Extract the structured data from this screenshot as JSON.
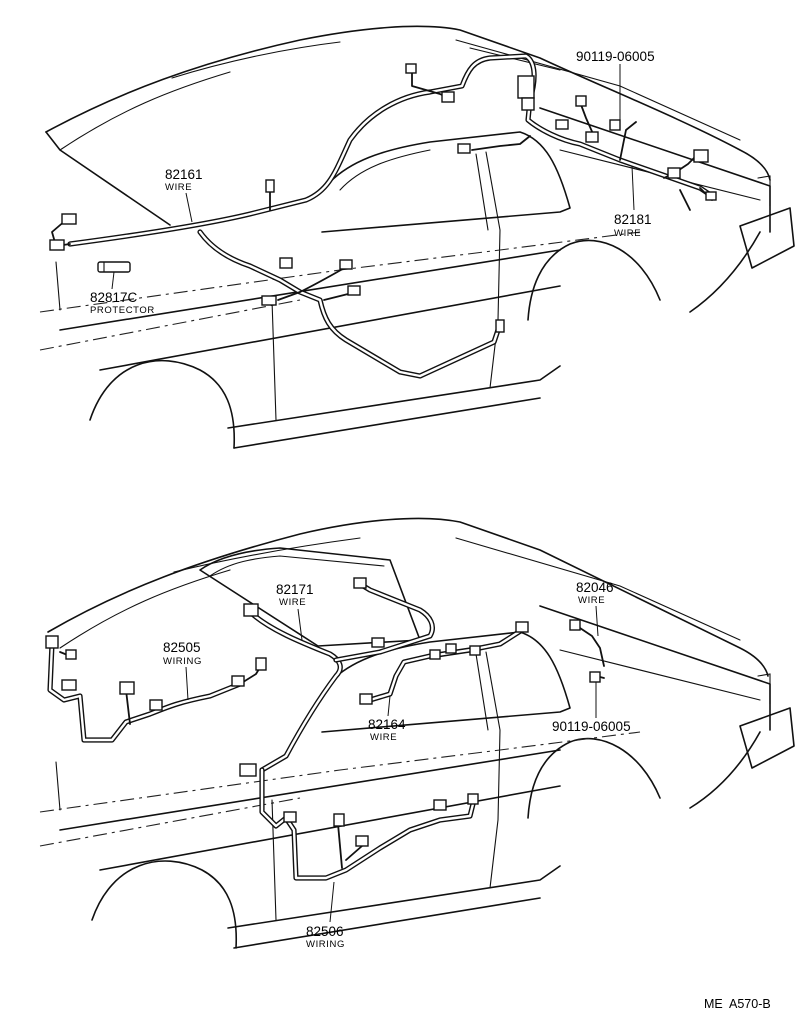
{
  "top_view": {
    "callouts": [
      {
        "id": "c82161",
        "part_no": "82161",
        "name": "WIRE"
      },
      {
        "id": "c82817c",
        "part_no": "82817C",
        "name": "PROTECTOR"
      },
      {
        "id": "c90119a",
        "part_no": "90119-06005",
        "name": ""
      },
      {
        "id": "c82181",
        "part_no": "82181",
        "name": "WIRE"
      }
    ]
  },
  "bottom_view": {
    "callouts": [
      {
        "id": "c82171",
        "part_no": "82171",
        "name": "WIRE"
      },
      {
        "id": "c82505",
        "part_no": "82505",
        "name": "WIRING"
      },
      {
        "id": "c82046",
        "part_no": "82046",
        "name": "WIRE"
      },
      {
        "id": "c82164",
        "part_no": "82164",
        "name": "WIRE"
      },
      {
        "id": "c90119b",
        "part_no": "90119-06005",
        "name": ""
      },
      {
        "id": "c82506",
        "part_no": "82506",
        "name": "WIRING"
      }
    ]
  },
  "footer": {
    "reference_code": "ME  A570-B"
  }
}
